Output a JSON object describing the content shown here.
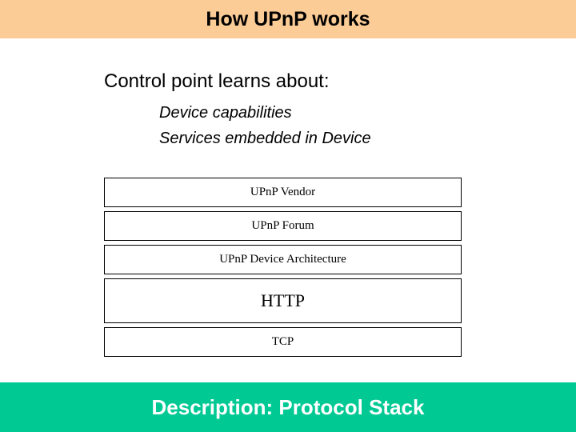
{
  "slide": {
    "title": "How UPnP works",
    "title_band_color": "#fccc96",
    "background_color": "#ffffff"
  },
  "body": {
    "lead_line": "Control point learns about:",
    "sub_lines": [
      "Device capabilities",
      "Services embedded in Device"
    ]
  },
  "protocol_stack": {
    "layers": [
      {
        "label": "UPnP Vendor",
        "emphasis": "normal"
      },
      {
        "label": "UPnP Forum",
        "emphasis": "normal"
      },
      {
        "label": "UPnP Device Architecture",
        "emphasis": "normal"
      },
      {
        "label": "HTTP",
        "emphasis": "large"
      },
      {
        "label": "TCP",
        "emphasis": "normal"
      }
    ],
    "border_color": "#000000",
    "fill_color": "#ffffff"
  },
  "footer": {
    "caption": "Description: Protocol Stack",
    "band_color": "#00c994",
    "text_color": "#ffffff"
  }
}
